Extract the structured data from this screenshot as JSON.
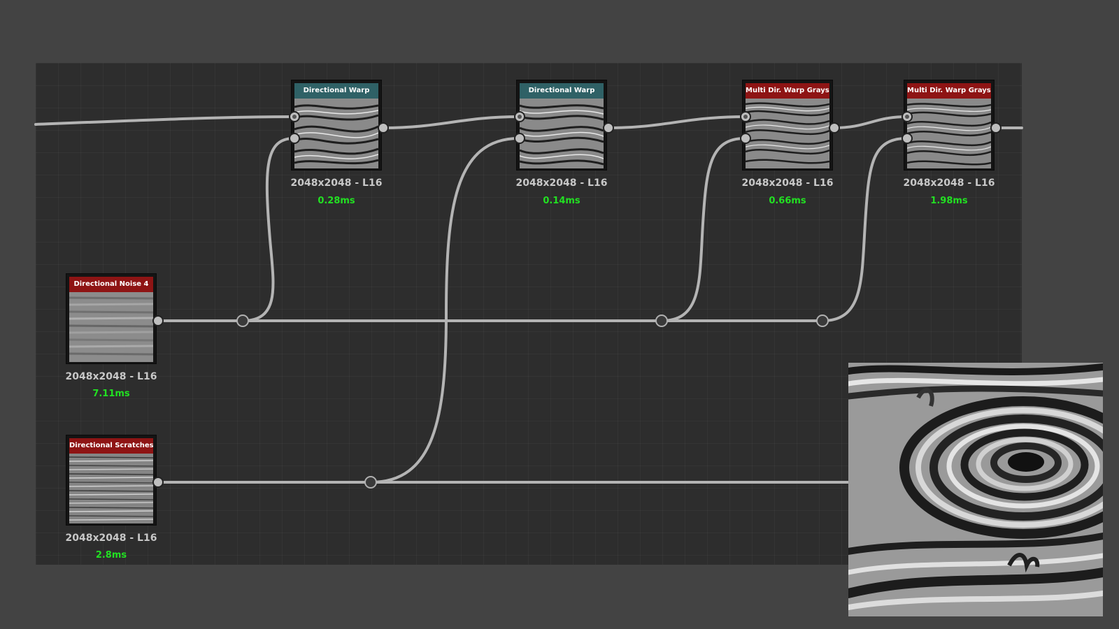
{
  "nodes": [
    {
      "id": "dir-warp-1",
      "title": "Directional Warp",
      "resolution": "2048x2048 - L16",
      "time": "0.28ms",
      "header_color": "#2f6166"
    },
    {
      "id": "dir-warp-2",
      "title": "Directional Warp",
      "resolution": "2048x2048 - L16",
      "time": "0.14ms",
      "header_color": "#2f6166"
    },
    {
      "id": "multi-warp-1",
      "title": "Multi Dir. Warp Grayscale",
      "resolution": "2048x2048 - L16",
      "time": "0.66ms",
      "header_color": "#8e1414"
    },
    {
      "id": "multi-warp-2",
      "title": "Multi Dir. Warp Grayscale",
      "resolution": "2048x2048 - L16",
      "time": "1.98ms",
      "header_color": "#8e1414"
    },
    {
      "id": "dir-noise-4",
      "title": "Directional Noise 4",
      "resolution": "2048x2048 - L16",
      "time": "7.11ms",
      "header_color": "#8e1414"
    },
    {
      "id": "dir-scratches",
      "title": "Directional Scratches",
      "resolution": "2048x2048 - L16",
      "time": "2.8ms",
      "header_color": "#8e1414"
    }
  ],
  "colors": {
    "background": "#434343",
    "canvas": "#2d2d2d",
    "wire": "#b4b4b4",
    "time_text": "#22e022",
    "resolution_text": "#c8c8c8",
    "warp_header": "#2f6166",
    "generator_header": "#8e1414"
  },
  "icons": {
    "input_socket": "socket-ring-icon",
    "output_socket": "socket-icon",
    "reroute_dot": "reroute-dot-icon"
  }
}
